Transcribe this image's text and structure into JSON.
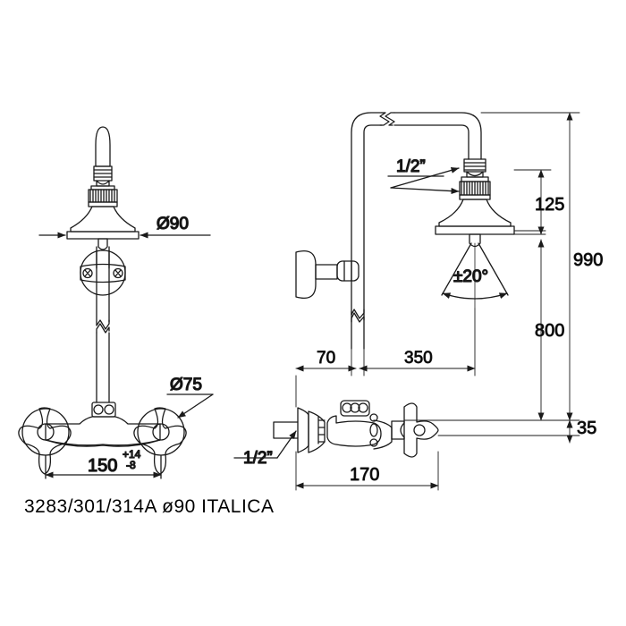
{
  "drawing": {
    "title": "3283/301/314A  ø90  ITALICA",
    "product_family": "ITALICA",
    "model_codes": "3283/301/314A",
    "head_diameter_label": "ø90",
    "line_color": "#1a1a1a",
    "background_color": "#ffffff",
    "text_color": "#000000"
  },
  "views": {
    "front": {
      "name": "front-elevation",
      "parts": [
        {
          "name": "shower-head",
          "label": "shower-head-front"
        },
        {
          "name": "wall-bracket",
          "label": "wall-bracket-front"
        },
        {
          "name": "riser-pipe",
          "label": "riser-pipe-front"
        },
        {
          "name": "mixer-body",
          "label": "mixer-body-front"
        },
        {
          "name": "cross-handle-left",
          "label": "cross-handle-left"
        },
        {
          "name": "cross-handle-right",
          "label": "cross-handle-right"
        }
      ]
    },
    "side": {
      "name": "side-elevation",
      "parts": [
        {
          "name": "gooseneck-pipe",
          "label": "gooseneck-pipe"
        },
        {
          "name": "shower-head",
          "label": "shower-head-side"
        },
        {
          "name": "wall-bracket",
          "label": "wall-bracket-side"
        },
        {
          "name": "riser-pipe",
          "label": "riser-pipe-side"
        },
        {
          "name": "mixer-body",
          "label": "mixer-body-side"
        },
        {
          "name": "cross-handle",
          "label": "cross-handle-side"
        },
        {
          "name": "inlet-connection",
          "label": "inlet-connection"
        }
      ]
    }
  },
  "dimensions": {
    "head_diameter": "Ø90",
    "escutcheon_diameter": "Ø75",
    "centres": "150",
    "centres_tol_plus": "+14",
    "centres_tol_minus": "-8",
    "head_height": "125",
    "spray_angle": "±20°",
    "overall_height": "990",
    "outlet_height": "800",
    "inlet_height": "35",
    "wall_offset": "70",
    "head_reach": "350",
    "projection": "170",
    "inlet_thread_top": "1/2”",
    "inlet_thread_bottom": "1/2”"
  }
}
